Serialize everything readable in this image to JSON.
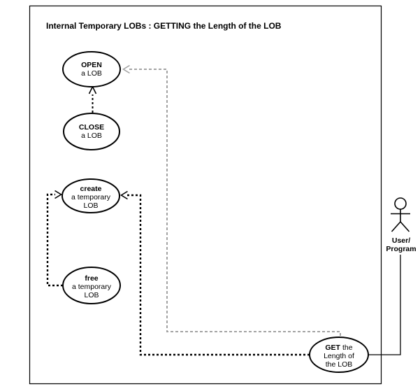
{
  "title": "Internal Temporary LOBs : GETTING the Length of the LOB",
  "nodes": {
    "open": {
      "line1": "OPEN",
      "line2": "a LOB"
    },
    "close": {
      "line1": "CLOSE",
      "line2": "a LOB"
    },
    "create": {
      "line1": "create",
      "line2": "a temporary",
      "line3": "LOB"
    },
    "free": {
      "line1": "free",
      "line2": "a temporary",
      "line3": "LOB"
    },
    "get": {
      "line1a": "GET",
      "line1b": "the",
      "line2": "Length of",
      "line3": "the LOB"
    }
  },
  "actor": {
    "line1": "User/",
    "line2": "Program"
  },
  "colors": {
    "outline": "#000000",
    "dependency_gray": "#a3a3a3",
    "fill": "#ffffff"
  }
}
